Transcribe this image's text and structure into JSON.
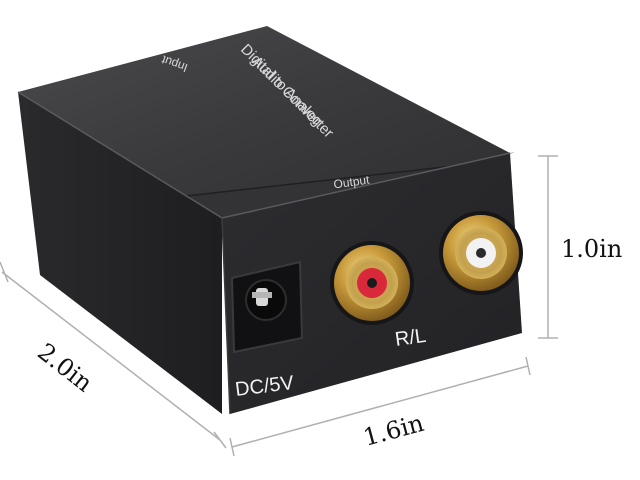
{
  "device": {
    "top_panel": {
      "input_label": "Input",
      "title_line1": "Digital to Analog",
      "title_line2": "Audio Converter"
    },
    "front_panel": {
      "output_label": "Output",
      "power_label": "DC/5V",
      "rca_label": "R/L"
    }
  },
  "dimensions": {
    "depth": "2.0in",
    "width": "1.6in",
    "height": "1.0in"
  },
  "colors": {
    "body": "#2c2c2e",
    "body_dark": "#1b1b1c",
    "gold": "#c8a24a",
    "red_insert": "#d8283a",
    "white_insert": "#f2f2f2"
  },
  "icons": [
    "dc-power-jack-icon",
    "rca-jack-red-icon",
    "rca-jack-white-icon"
  ]
}
